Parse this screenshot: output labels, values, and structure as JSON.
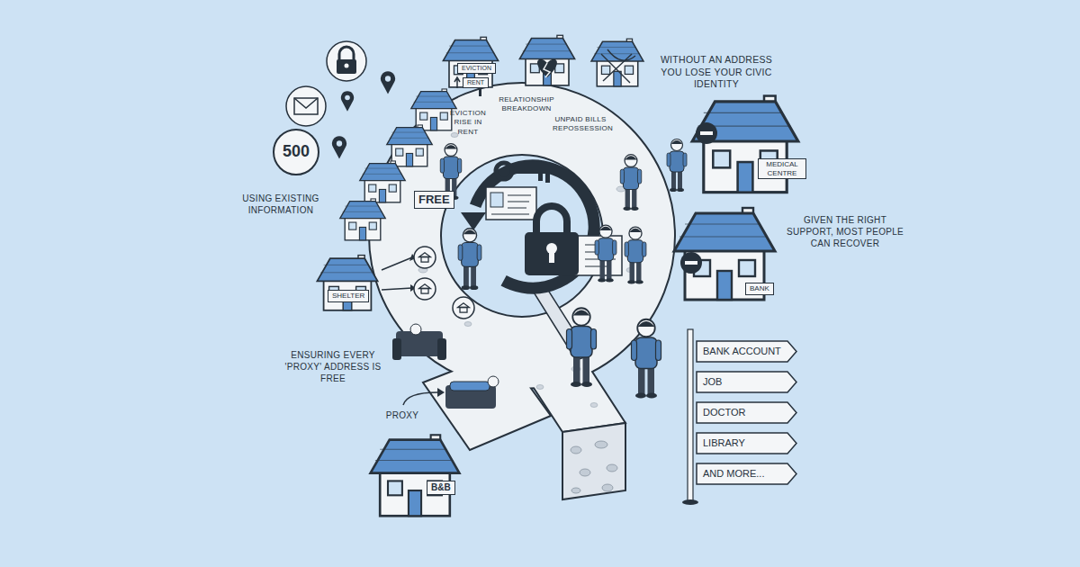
{
  "diagram": {
    "nodes": [
      {
        "text": [
          "EVICTION"
        ]
      },
      {
        "text": [
          "RENT"
        ]
      },
      {
        "text": [
          "500"
        ]
      },
      {
        "text": [
          "FREE"
        ]
      },
      {
        "text": [
          "SHELTER"
        ]
      },
      {
        "text": [
          "MEDICAL CENTRE"
        ]
      },
      {
        "text": [
          "BANK"
        ]
      },
      {
        "text": [
          "B&B"
        ]
      },
      {
        "text": [
          "BANK ACCOUNT"
        ]
      },
      {
        "text": [
          "JOB"
        ]
      },
      {
        "text": [
          "DOCTOR"
        ]
      },
      {
        "text": [
          "LIBRARY"
        ]
      },
      {
        "text": [
          "AND MORE..."
        ]
      }
    ],
    "labels": [
      "WITHOUT AN ADDRESS YOU LOSE YOUR CIVIC IDENTITY",
      "EVICTION RISE IN RENT",
      "RELATIONSHIP BREAKDOWN",
      "UNPAID BILLS REPOSSESSION",
      "USING EXISTING INFORMATION",
      "GIVEN THE RIGHT SUPPORT, MOST PEOPLE CAN RECOVER",
      "ENSURING EVERY 'PROXY' ADDRESS IS FREE",
      "PROXY"
    ]
  }
}
